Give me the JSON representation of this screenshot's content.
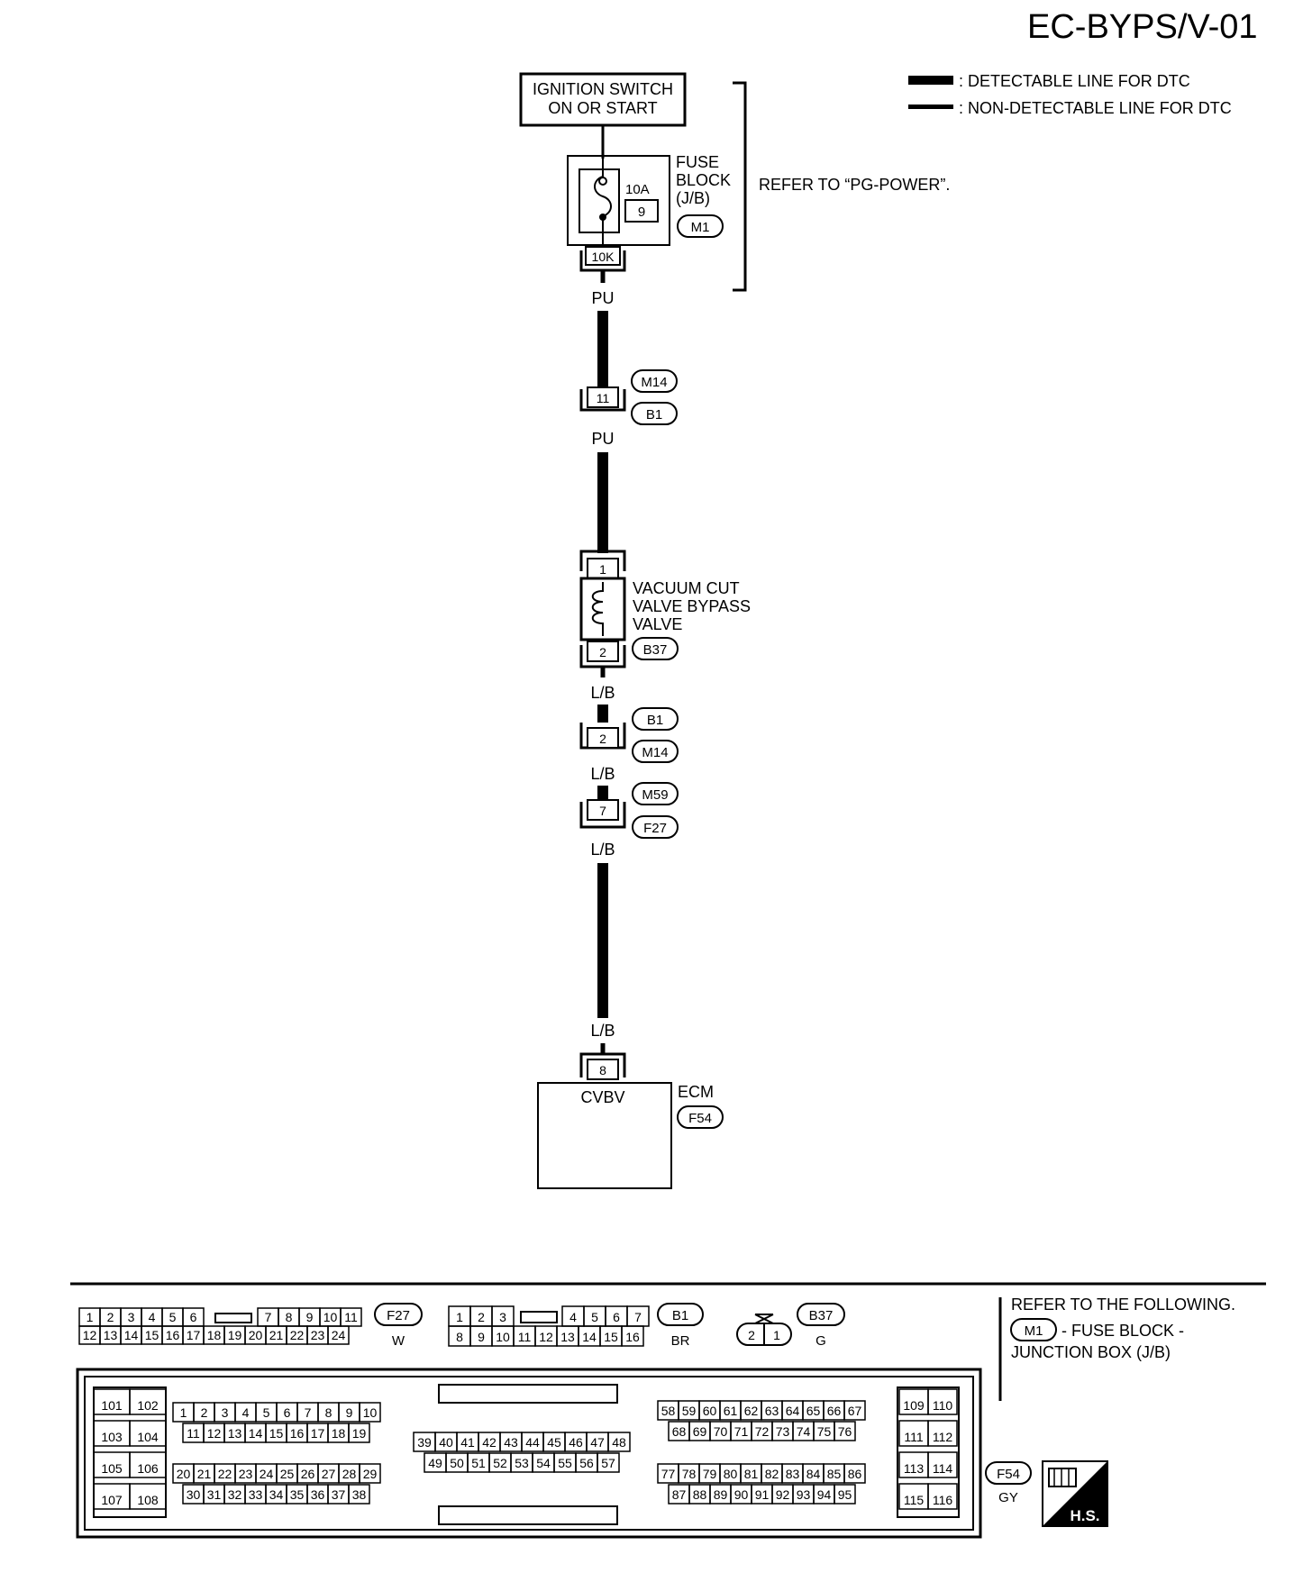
{
  "diagram_id": "EC-BYPS/V-01",
  "legend": {
    "detectable": ": DETECTABLE LINE FOR DTC",
    "non_detectable": ": NON-DETECTABLE LINE FOR DTC"
  },
  "ignition": {
    "line1": "IGNITION SWITCH",
    "line2": "ON OR START"
  },
  "fuse_block": {
    "line1": "FUSE",
    "line2": "BLOCK",
    "line3": "(J/B)",
    "amp": "10A",
    "number": "9",
    "terminal": "10K",
    "connector": "M1"
  },
  "refer_pg": "REFER TO “PG-POWER”.",
  "wires": {
    "pu_1": "PU",
    "pu_2": "PU",
    "lb_1": "L/B",
    "lb_2": "L/B",
    "lb_3": "L/B",
    "lb_4": "L/B"
  },
  "connector_m14_b1": {
    "pin": "11",
    "top": "M14",
    "bottom": "B1"
  },
  "valve": {
    "line1": "VACUUM CUT",
    "line2": "VALVE BYPASS",
    "line3": "VALVE",
    "pin_top": "1",
    "pin_bottom": "2",
    "connector": "B37"
  },
  "connector_b1_m14": {
    "pin": "2",
    "top": "B1",
    "bottom": "M14"
  },
  "connector_m59_f27": {
    "pin": "7",
    "top": "M59",
    "bottom": "F27"
  },
  "ecm": {
    "name": "ECM",
    "pin": "8",
    "terminal": "CVBV",
    "connector": "F54"
  },
  "bottom": {
    "f27": {
      "id": "F27",
      "color": "W",
      "row1": [
        "1",
        "2",
        "3",
        "4",
        "5",
        "6",
        "7",
        "8",
        "9",
        "10",
        "11"
      ],
      "row2": [
        "12",
        "13",
        "14",
        "15",
        "16",
        "17",
        "18",
        "19",
        "20",
        "21",
        "22",
        "23",
        "24"
      ]
    },
    "b1": {
      "id": "B1",
      "color": "BR",
      "row1": [
        "1",
        "2",
        "3",
        "4",
        "5",
        "6",
        "7"
      ],
      "row2": [
        "8",
        "9",
        "10",
        "11",
        "12",
        "13",
        "14",
        "15",
        "16"
      ]
    },
    "b37": {
      "id": "B37",
      "color": "G",
      "pins": [
        "2",
        "1"
      ]
    },
    "refer": {
      "line1": "REFER TO THE FOLLOWING.",
      "m1": "M1",
      "line2": "- FUSE BLOCK -",
      "line3": "JUNCTION BOX (J/B)"
    },
    "f54": {
      "id": "F54",
      "color": "GY",
      "hs": "H.S."
    }
  }
}
